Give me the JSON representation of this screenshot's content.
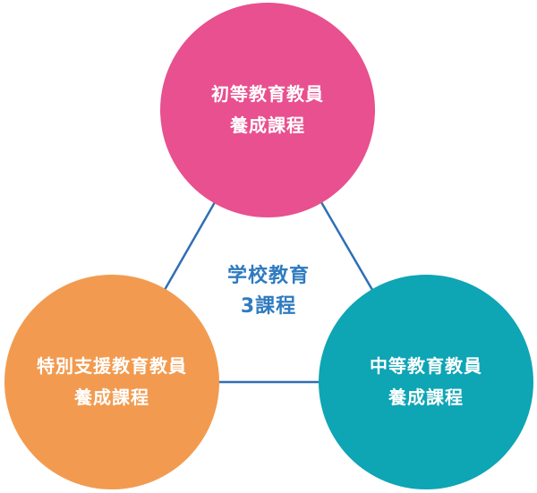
{
  "diagram": {
    "center": {
      "line1": "学校教育",
      "line2": "3課程"
    },
    "nodes": {
      "top": {
        "line1": "初等教育教員",
        "line2": "養成課程",
        "color": "#e8508f"
      },
      "left": {
        "line1": "特別支援教育教員",
        "line2": "養成課程",
        "color": "#f29b50"
      },
      "right": {
        "line1": "中等教育教員",
        "line2": "養成課程",
        "color": "#0ea5b5"
      }
    },
    "connector_color": "#2f6fb5"
  }
}
